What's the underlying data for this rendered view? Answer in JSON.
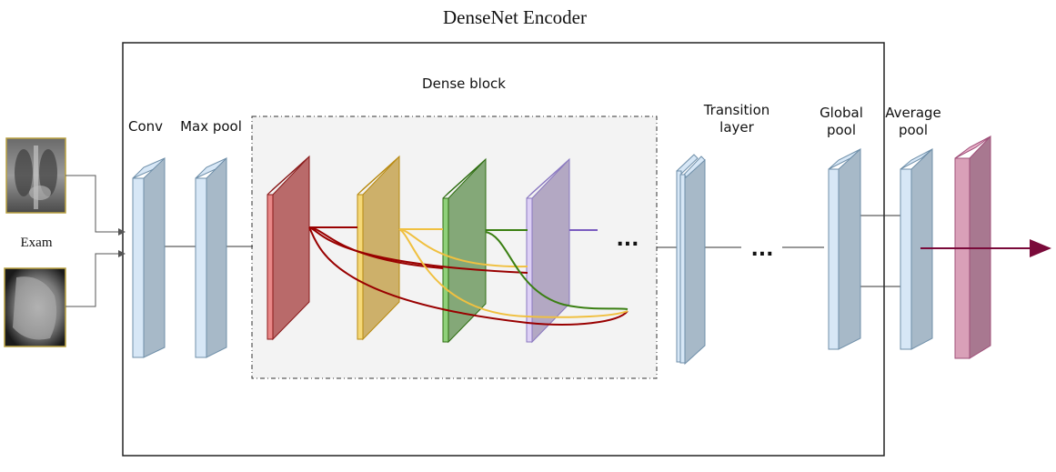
{
  "title": "DenseNet Encoder",
  "input": {
    "label": "Exam",
    "images": [
      "chest-xray-frontal",
      "chest-xray-lateral"
    ]
  },
  "labels": {
    "conv": "Conv",
    "max_pool": "Max pool",
    "dense_block": "Dense block",
    "transition_line1": "Transition",
    "transition_line2": "layer",
    "global_line1": "Global",
    "global_line2": "pool",
    "average_line1": "Average",
    "average_line2": "pool"
  },
  "ellipsis": "...",
  "colors": {
    "layer_blue_front": "#d7e7f6",
    "layer_blue_side": "#a7b9c8",
    "dense_red": "#b72e2e",
    "dense_yellow": "#d8a323",
    "dense_green": "#3f8a1f",
    "dense_purple": "#9b89cf",
    "output_pink": "#c07a99",
    "connection_red": "#990000",
    "connection_yellow": "#f0c040",
    "connection_green": "#3a7f12"
  }
}
